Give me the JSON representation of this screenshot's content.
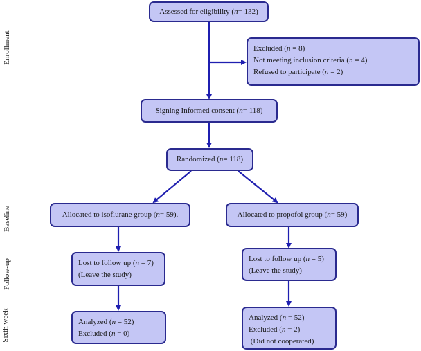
{
  "stages": {
    "enrollment": "Enrollment",
    "baseline": "Baseline",
    "follow_up": "Follow-up",
    "sixth_week": "Sixth week"
  },
  "boxes": {
    "assessed": {
      "text": "Assessed for eligibility (",
      "n_label": "n",
      "n_value": " = 132)"
    },
    "excluded": {
      "line1_a": "Excluded (",
      "line1_n": "n",
      "line1_b": " = 8)",
      "line2_a": "Not meeting inclusion criteria  (",
      "line2_n": "n",
      "line2_b": " = 4)",
      "line3_a": "Refused to participate  (",
      "line3_n": "n",
      "line3_b": " = 2)"
    },
    "consent": {
      "text": "Signing Informed consent (",
      "n_label": "n",
      "n_value": " = 118)"
    },
    "randomized": {
      "text": "Randomized (",
      "n_label": "n",
      "n_value": " = 118)"
    },
    "isoflurane_alloc": {
      "text": "Allocated to isoflurane group (",
      "n_label": "n",
      "n_value": " = 59)."
    },
    "propofol_alloc": {
      "text": "Allocated to propofol group (",
      "n_label": "n",
      "n_value": " = 59)"
    },
    "isoflurane_lost": {
      "line1_a": "Lost to follow up (",
      "line1_n": "n",
      "line1_b": " = 7)",
      "line2": "(Leave the study)"
    },
    "propofol_lost": {
      "line1_a": "Lost to follow up (",
      "line1_n": "n",
      "line1_b": " = 5)",
      "line2": "(Leave the study)"
    },
    "isoflurane_analyzed": {
      "line1_a": "Analyzed (",
      "line1_n": "n",
      "line1_b": " = 52)",
      "line2_a": "Excluded (",
      "line2_n": "n",
      "line2_b": " = 0)"
    },
    "propofol_analyzed": {
      "line1_a": "Analyzed (",
      "line1_n": "n",
      "line1_b": " = 52)",
      "line2_a": "Excluded (",
      "line2_n": "n",
      "line2_b": " = 2)",
      "line3": " (Did not cooperated)"
    }
  },
  "colors": {
    "box_fill": "#c4c6f5",
    "box_border": "#2a2a8f",
    "arrow": "#1f1fb0"
  }
}
